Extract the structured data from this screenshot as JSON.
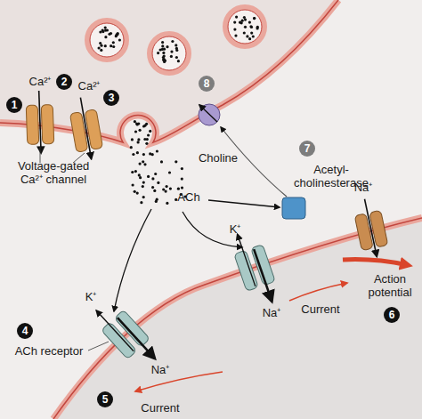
{
  "diagram": {
    "labels": [
      "1",
      "Ca²⁺",
      "2",
      "Ca²⁺",
      "3",
      "8",
      "Choline",
      "7",
      "Acetyl- cholinesterase",
      "ACh",
      "Na⁺",
      "K⁺",
      "K⁺",
      "Current",
      "Action potential",
      "4",
      "ACh receptor",
      "Na⁺",
      "Na⁺",
      "6",
      "Voltage-gated Ca²⁺ channel",
      "5",
      "Current"
    ]
  }
}
